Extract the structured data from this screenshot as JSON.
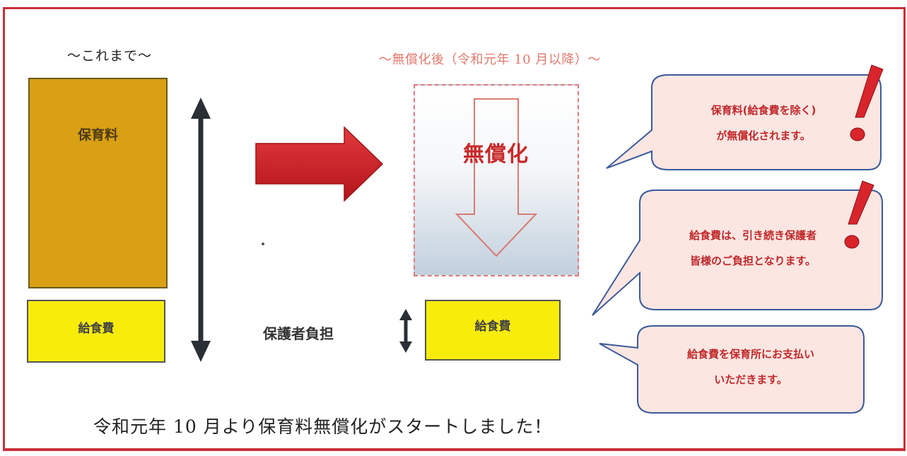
{
  "labels": {
    "before_heading": "～これまで～",
    "after_heading": "～無償化後（令和元年 10 月以降）～",
    "hoikuryo": "保育料",
    "kyushokuhi_left": "給食費",
    "kyushokuhi_right": "給食費",
    "hogosha_futan": "保護者負担",
    "mushoka": "無償化"
  },
  "bubbles": [
    {
      "line1": "保育料(給食費を除く)",
      "line2": "が無償化されます。"
    },
    {
      "line1": "給食費は、引き続き保護者",
      "line2": "皆様のご負担となります。"
    },
    {
      "line1": "給食費を保育所にお支払い",
      "line2": "いただきます。"
    }
  ],
  "footer": "令和元年 10 月より保育料無償化がスタートしました！",
  "colors": {
    "frame": "#c9303a",
    "hoikuryo_fill": "#d9a014",
    "kyushokuhi_fill": "#f8ec0a",
    "arrow_red": "#d8252b",
    "bubble_fill": "#fbe6e2",
    "bubble_border": "#3b5a9a",
    "accent_text": "#c0282a"
  }
}
